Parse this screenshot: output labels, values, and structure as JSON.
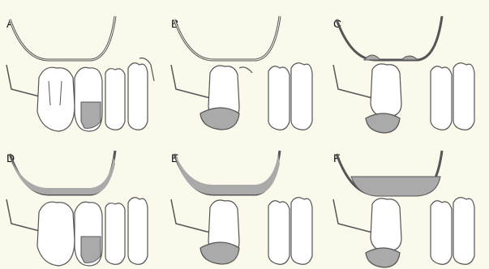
{
  "figure": {
    "background": "#fbf8ec",
    "line_color": "#555555",
    "fill_color": "#aaaaaa",
    "panels": [
      {
        "label": "A",
        "sinus_fill": "none",
        "tooth_fill": "apical-crown"
      },
      {
        "label": "B",
        "sinus_fill": "none",
        "tooth_fill": "crown-extruded"
      },
      {
        "label": "C",
        "sinus_fill": "partial",
        "tooth_fill": "crown-extruded"
      },
      {
        "label": "D",
        "sinus_fill": "thin",
        "tooth_fill": "apical-crown"
      },
      {
        "label": "E",
        "sinus_fill": "thick",
        "tooth_fill": "crown-extruded"
      },
      {
        "label": "F",
        "sinus_fill": "full",
        "tooth_fill": "crown-extruded"
      }
    ]
  }
}
